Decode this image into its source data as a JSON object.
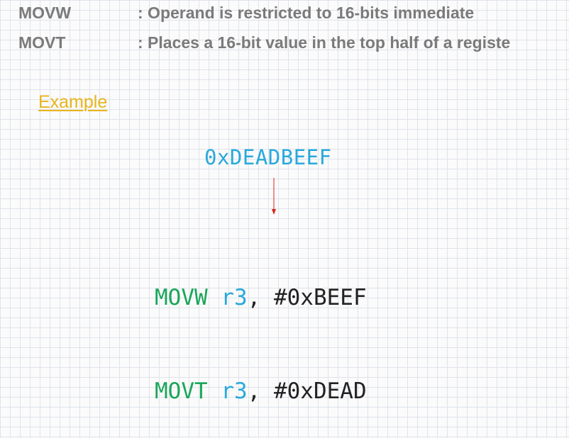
{
  "definitions": [
    {
      "term": "MOVW",
      "desc": ":  Operand is restricted to 16-bits immediate"
    },
    {
      "term": "MOVT",
      "desc": ": Places a 16-bit value in the top half of a registe"
    }
  ],
  "example_label": "Example",
  "hex_value": "0xDEADBEEF",
  "code": [
    {
      "op": "MOVW",
      "reg": "r3",
      "sep": ", ",
      "imm": "#0xBEEF"
    },
    {
      "op": "MOVT",
      "reg": "r3",
      "sep": ", ",
      "imm": "#0xDEAD"
    }
  ],
  "colors": {
    "definition_text": "#7a7a7a",
    "example": "#e9b51c",
    "register_and_hex": "#29a9dc",
    "opcode": "#1aa65a",
    "arrow": "#d9261c"
  },
  "icons": {
    "arrow": "arrow-down-icon"
  }
}
